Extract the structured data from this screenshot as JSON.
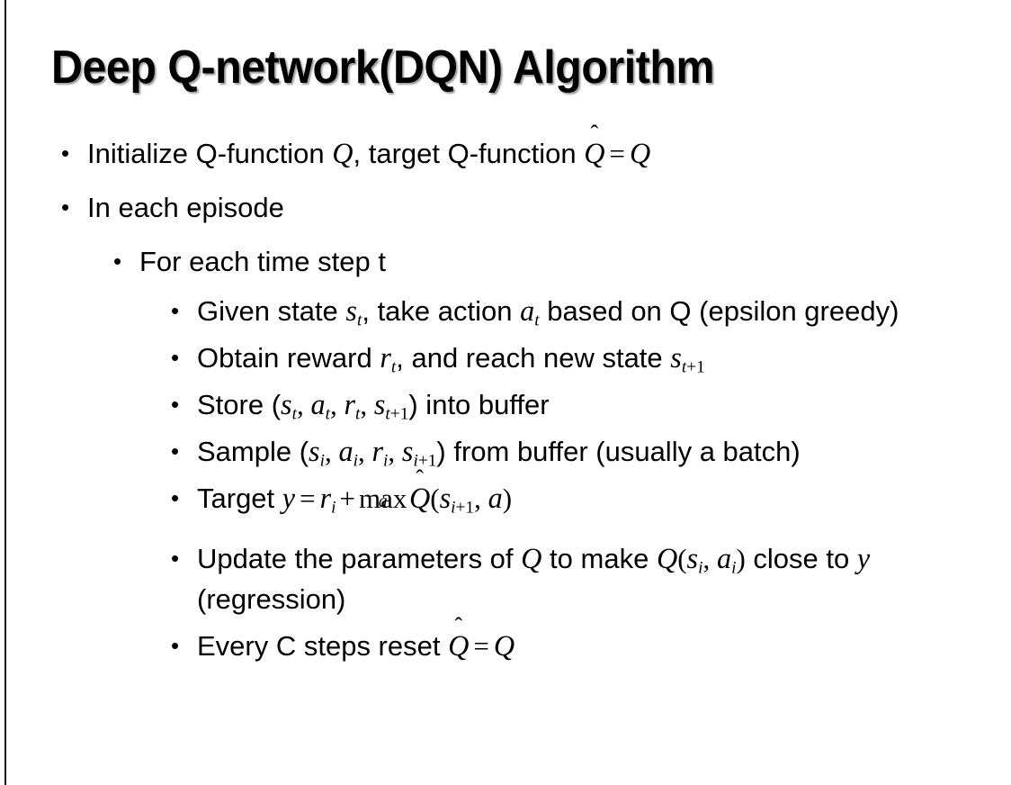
{
  "slide": {
    "title": "Deep Q-network(DQN) Algorithm",
    "background_color": "#ffffff",
    "text_color": "#000000",
    "bullet_glyph": "•"
  },
  "bullets": [
    {
      "level": 1,
      "id": "initialize-q-function",
      "plain_text": "Initialize Q-function Q, target Q-function Q̂ = Q",
      "parts": {
        "lead": "Initialize Q-function ",
        "sym_q1": "Q",
        "mid": ", target Q-function ",
        "sym_qhat": "Q",
        "hat_accent": "̂",
        "eq": "=",
        "sym_q2": "Q"
      }
    },
    {
      "level": 1,
      "id": "in-each-episode",
      "plain_text": "In each episode",
      "parts": {
        "lead": "In each episode"
      }
    },
    {
      "level": 2,
      "id": "for-each-time-step",
      "plain_text": "For each time step t",
      "parts": {
        "lead": "For each time step t"
      }
    },
    {
      "level": 3,
      "id": "given-state-take-action",
      "plain_text": "Given state s_t, take action a_t based on Q (epsilon greedy)",
      "parts": {
        "lead": "Given state ",
        "sym_s": "s",
        "sub_s": "t",
        "mid": ", take action ",
        "sym_a": "a",
        "sub_a": "t",
        "tail": " based on Q (epsilon greedy)"
      }
    },
    {
      "level": 3,
      "id": "obtain-reward",
      "plain_text": "Obtain reward r_t, and reach new state s_{t+1}",
      "parts": {
        "lead": "Obtain reward ",
        "sym_r": "r",
        "sub_r": "t",
        "mid": ", and reach new state ",
        "sym_s": "s",
        "sub_s_var": "t",
        "sub_s_plus": "+",
        "sub_s_num": "1"
      }
    },
    {
      "level": 3,
      "id": "store-into-buffer",
      "plain_text": "Store (s_t, a_t, r_t, s_{t+1}) into buffer",
      "parts": {
        "lead": "Store (",
        "sym_s": "s",
        "sub_s": "t",
        "sep1": ", ",
        "sym_a": "a",
        "sub_a": "t",
        "sep2": ", ",
        "sym_r": "r",
        "sub_r": "t",
        "sep3": ", ",
        "sym_s2": "s",
        "sub_s2_var": "t",
        "sub_s2_plus": "+",
        "sub_s2_num": "1",
        "tail": ") into buffer"
      }
    },
    {
      "level": 3,
      "id": "sample-from-buffer",
      "plain_text": "Sample (s_i, a_i, r_i, s_{i+1}) from buffer (usually a batch)",
      "parts": {
        "lead": "Sample (",
        "sym_s": "s",
        "sub_s": "i",
        "sep1": ", ",
        "sym_a": "a",
        "sub_a": "i",
        "sep2": ", ",
        "sym_r": "r",
        "sub_r": "i",
        "sep3": ", ",
        "sym_s2": "s",
        "sub_s2_var": "i",
        "sub_s2_plus": "+",
        "sub_s2_num": "1",
        "tail": ") from buffer (usually a batch)"
      }
    },
    {
      "level": 3,
      "id": "target-equation",
      "plain_text": "Target y = r_i + max_a Q̂(s_{i+1}, a)",
      "parts": {
        "lead": "Target ",
        "sym_y": "y",
        "eq": "=",
        "sym_r": "r",
        "sub_r": "i",
        "plus": "+",
        "op_max": "max",
        "op_under": "a",
        "sym_qhat": "Q",
        "hat_accent": "̂",
        "paren_open": "(",
        "sym_s": "s",
        "sub_s_var": "i",
        "sub_s_plus": "+",
        "sub_s_num": "1",
        "sep": ", ",
        "sym_a": "a",
        "paren_close": ")"
      }
    },
    {
      "level": 3,
      "id": "update-parameters",
      "plain_text": "Update the parameters of Q to make Q(s_i, a_i) close to y (regression)",
      "parts": {
        "lead": "Update the parameters of ",
        "sym_q1": "Q",
        "mid": " to make ",
        "sym_q2": "Q",
        "paren_open": "(",
        "sym_s": "s",
        "sub_s": "i",
        "sep": ", ",
        "sym_a": "a",
        "sub_a": "i",
        "paren_close": ")",
        "mid2": " close to ",
        "sym_y": "y",
        "tail": " (regression)"
      }
    },
    {
      "level": 3,
      "id": "every-c-steps-reset",
      "plain_text": "Every C steps reset Q̂ = Q",
      "parts": {
        "lead": "Every C steps reset ",
        "sym_qhat": "Q",
        "hat_accent": "̂",
        "eq": "=",
        "sym_q": "Q"
      }
    }
  ]
}
